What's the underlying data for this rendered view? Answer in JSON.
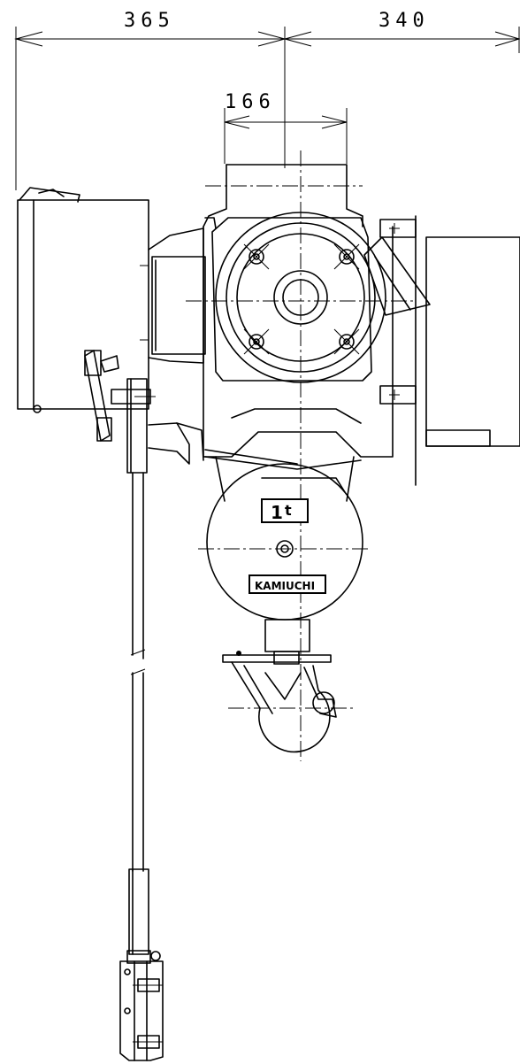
{
  "dimensions": {
    "left_width": "365",
    "right_width": "340",
    "trolley_width": "166"
  },
  "labels": {
    "capacity_number": "1",
    "capacity_unit": "t",
    "brand": "KAMIUCHI"
  },
  "colors": {
    "ink": "#000000",
    "paper": "#ffffff"
  }
}
